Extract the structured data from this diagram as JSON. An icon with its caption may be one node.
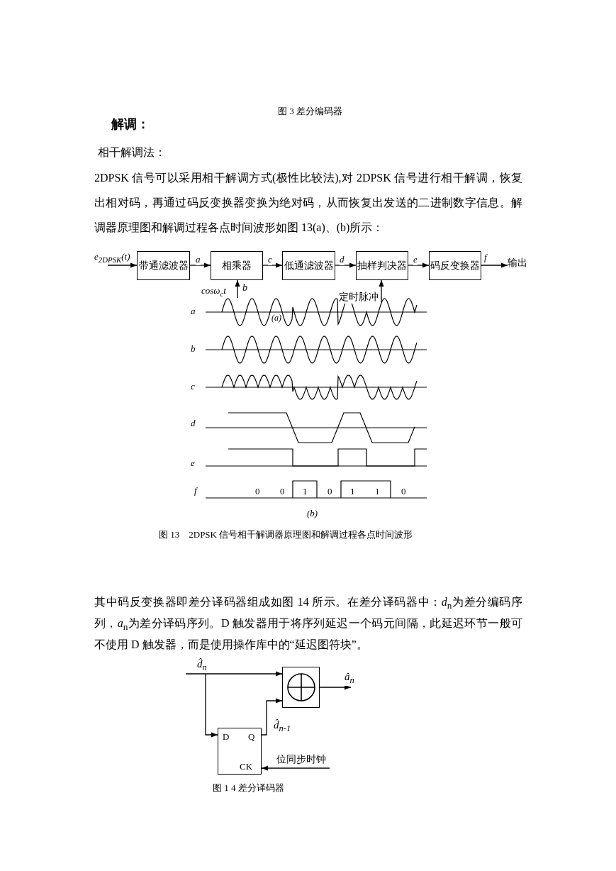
{
  "diagram": {
    "nodes": [
      {
        "text": [
          "带通滤波器"
        ]
      },
      {
        "text": [
          "相乘器"
        ]
      },
      {
        "text": [
          "低通滤波器"
        ]
      },
      {
        "text": [
          "抽样判决器"
        ]
      },
      {
        "text": [
          "码反变换器"
        ]
      },
      {
        "text": [],
        "shape": "box"
      },
      {
        "text": [
          "D",
          "Q",
          "CK"
        ]
      },
      {
        "text": [
          "输出"
        ]
      }
    ],
    "edges": [
      {
        "from": null,
        "to": 0,
        "arrow": "to",
        "label": "e$_{2DPSK}$(t)"
      },
      {
        "from": 0,
        "to": 1,
        "arrow": "to",
        "label": "a"
      },
      {
        "from": 1,
        "to": 2,
        "arrow": "to",
        "label": "c"
      },
      {
        "from": 2,
        "to": 3,
        "arrow": "to",
        "label": "d"
      },
      {
        "from": 3,
        "to": 4,
        "arrow": "to",
        "label": "e"
      },
      {
        "from": 4,
        "to": 7,
        "arrow": "to",
        "label": "f"
      },
      {
        "from": null,
        "to": 1,
        "arrow": "to",
        "label": "b"
      },
      {
        "from": null,
        "to": 3,
        "arrow": "to",
        "label": "定时脉冲"
      },
      {
        "from": null,
        "to": 5,
        "arrow": "to",
        "label": "d̂$_{n}$"
      },
      {
        "from": null,
        "to": 6,
        "arrow": "to"
      },
      {
        "from": 6,
        "to": 5,
        "arrow": "to",
        "label": "d̂$_{n-1}$"
      },
      {
        "from": 5,
        "to": null,
        "arrow": "to",
        "label": "â$_{n}$"
      },
      {
        "from": null,
        "to": 6,
        "arrow": "to",
        "label": "位同步时钟"
      }
    ],
    "labels": [
      "图 3 差分编码器",
      "解调：",
      "相干解调法：",
      "2DPSK 信号可以采用相干解调方式(极性比较法),对 2DPSK 信号进行相干解调，恢复出相对码，再通过码反变换器变换为绝对码，从而恢复出发送的二进制数字信息。解调器原理图和解调过程各点时间波形如图 13(a)、(b)所示：",
      "cosω$_{c}$t",
      "a",
      "(a)",
      "b",
      "c",
      "d",
      "e",
      "f",
      "0",
      "0",
      "1",
      "0",
      "1",
      "1",
      "0",
      "(b)",
      "图 13　2DPSK 信号相干解调器原理图和解调过程各点时间波形",
      "其中码反变换器即差分译码器组成如图 14 所示。在差分译码器中：*d*$_{n}$为差分编码序列，*a*$_{n}$为差分译码序列。D 触发器用于将序列延迟一个码元间隔，此延迟环节一般可不使用 D 触发器，而是使用操作库中的“延迟图符块”。",
      "图 1 4 差分译码器"
    ]
  }
}
